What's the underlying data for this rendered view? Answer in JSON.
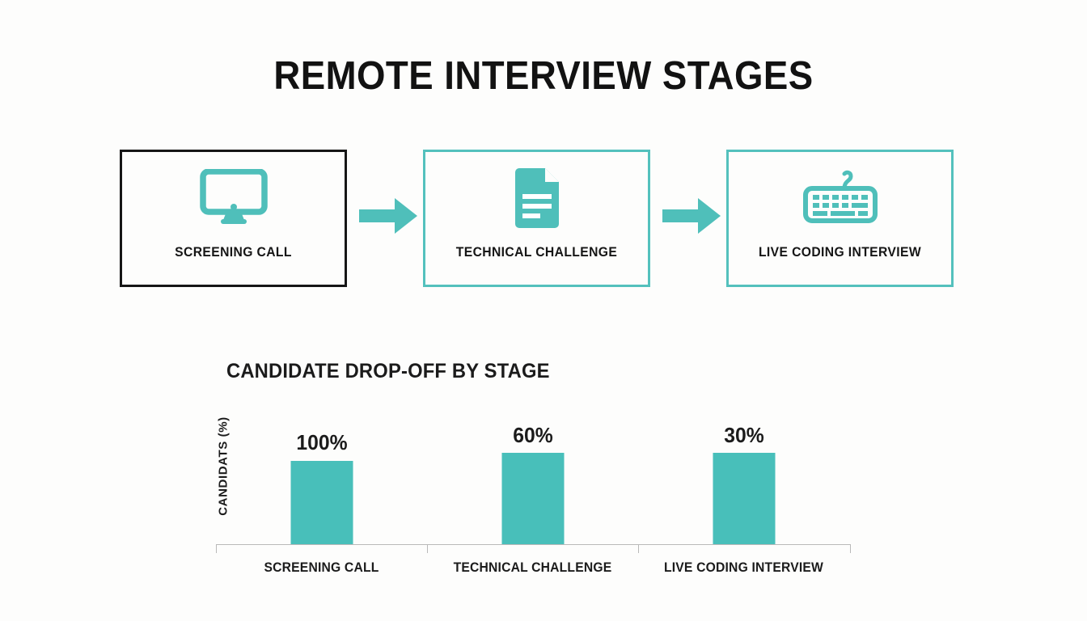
{
  "poster": {
    "title": "REMOTE INTERVIEW STAGES",
    "background_color": "#fdfdfc",
    "accent_color": "#4fbfba",
    "text_color": "#161616"
  },
  "flow": {
    "arrow_icon_name": "right-arrow-icon",
    "stages": [
      {
        "label": "SCREENING CALL",
        "icon": "desktop-monitor-icon",
        "border_color": "#161616"
      },
      {
        "label": "TECHNICAL CHALLENGE",
        "icon": "document-file-icon",
        "border_color": "#54c1bd"
      },
      {
        "label": "LIVE CODING INTERVIEW",
        "icon": "keyboard-icon",
        "border_color": "#54c1bd"
      }
    ]
  },
  "chart_data": {
    "type": "bar",
    "title": "CANDIDATE DROP-OFF BY STAGE",
    "xlabel": "",
    "ylabel": "CANDIDATS (%)",
    "categories": [
      "SCREENING CALL",
      "TECHNICAL CHALLENGE",
      "LIVE CODING INTERVIEW"
    ],
    "values": [
      100,
      60,
      30
    ],
    "value_labels": [
      "100%",
      "60%",
      "30%"
    ],
    "bar_color": "#48bfba",
    "axis_color": "#b9b9b9",
    "grid": false,
    "legend": "none",
    "ylim": [
      0,
      110
    ],
    "bar_pixel_heights": [
      103,
      113,
      113
    ]
  }
}
